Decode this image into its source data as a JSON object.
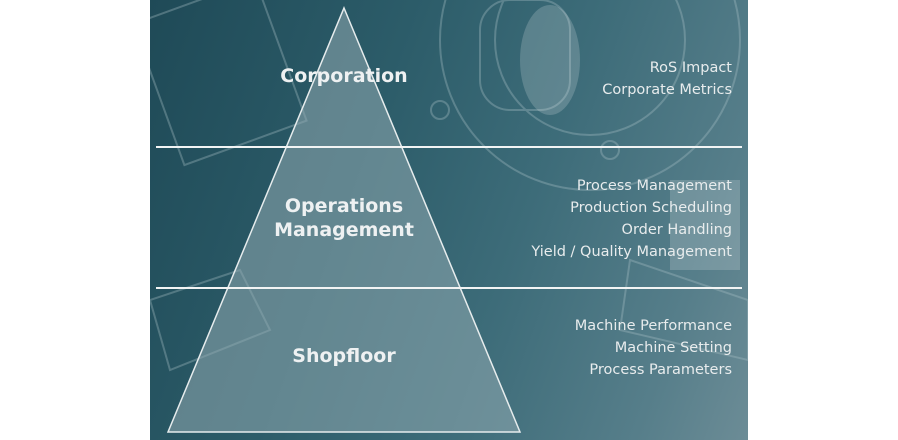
{
  "tiers": [
    {
      "label": "Corporation",
      "details": [
        "RoS Impact",
        "Corporate Metrics"
      ]
    },
    {
      "label_lines": [
        "Operations",
        "Management"
      ],
      "details": [
        "Process Management",
        "Production Scheduling",
        "Order Handling",
        "Yield / Quality Management"
      ]
    },
    {
      "label": "Shopfloor",
      "details": [
        "Machine Performance",
        "Machine Setting",
        "Process Parameters"
      ]
    }
  ],
  "colors": {
    "background_dark": "#1f4a57",
    "background_light": "#6c8c96",
    "pyramid_fill": "#8fa9b0",
    "line": "#f2f4f4",
    "text": "#eef1f2"
  }
}
